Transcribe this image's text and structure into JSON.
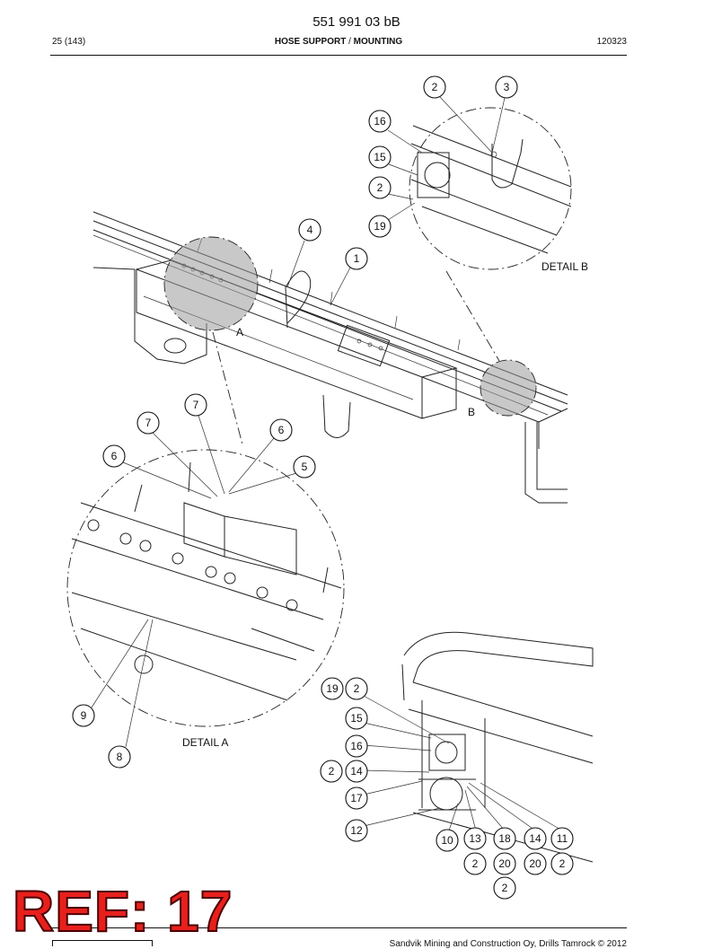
{
  "header": {
    "doc_number": "551 991 03 bB",
    "page": "25 (143)",
    "title_part1": "HOSE SUPPORT",
    "title_sep": "/",
    "title_part2": "MOUNTING",
    "date": "120323"
  },
  "footer": {
    "copyright": "Sandvik Mining and Construction Oy, Drills Tamrock © 2012"
  },
  "stamp": {
    "text": "REF: 17",
    "color": "#e8201c"
  },
  "labels": {
    "detail_a": "DETAIL  A",
    "detail_b": "DETAIL B",
    "a": "A",
    "b": "B"
  },
  "callouts": {
    "b_2a": "2",
    "b_3": "3",
    "b_16": "16",
    "b_15": "15",
    "b_2b": "2",
    "b_19": "19",
    "m_4": "4",
    "m_1": "1",
    "a_7a": "7",
    "a_7b": "7",
    "a_6a": "6",
    "a_6b": "6",
    "a_5": "5",
    "a_9": "9",
    "a_8": "8",
    "c_19": "19",
    "c_2a": "2",
    "c_15": "15",
    "c_16": "16",
    "c_2b": "2",
    "c_14a": "14",
    "c_17": "17",
    "c_12": "12",
    "c_10": "10",
    "c_13": "13",
    "c_18": "18",
    "c_14b": "14",
    "c_11": "11",
    "c_2c": "2",
    "c_20a": "20",
    "c_20b": "20",
    "c_2d": "2",
    "c_2e": "2"
  }
}
